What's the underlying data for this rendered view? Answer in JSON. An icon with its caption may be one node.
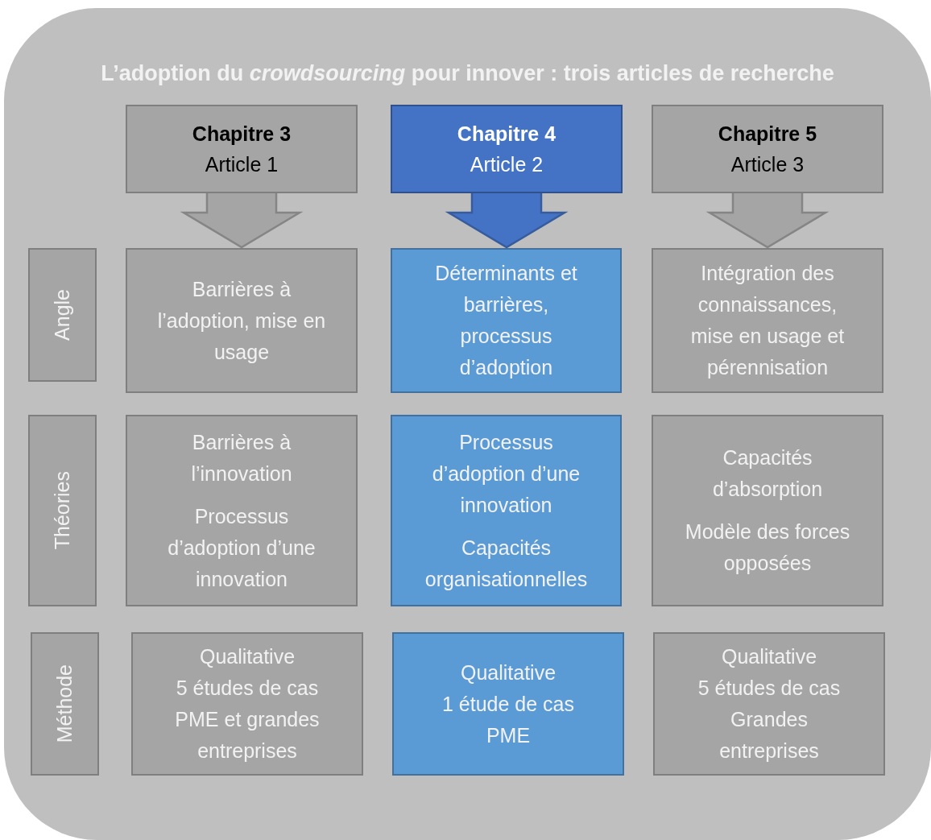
{
  "diagram": {
    "nodes": [
      {
        "text": [
          "L’adoption du *crowdsourcing* pour innover : trois articles de recherche"
        ]
      },
      {
        "text": [
          "Chapitre 3",
          "Article 1"
        ],
        "in": 0
      },
      {
        "text": [
          "Chapitre 4",
          "Article 2"
        ],
        "in": 0
      },
      {
        "text": [
          "Chapitre 5",
          "Article 3"
        ],
        "in": 0
      },
      {
        "text": [
          "Angle"
        ],
        "in": 0
      },
      {
        "text": [
          "Barrières à l’adoption, mise en usage"
        ],
        "in": 0
      },
      {
        "text": [
          "Déterminants et barrières, processus d’adoption"
        ],
        "in": 0
      },
      {
        "text": [
          "Intégration des connaissances, mise en usage et pérennisation"
        ],
        "in": 0
      },
      {
        "text": [
          "Théories"
        ],
        "in": 0
      },
      {
        "text": [
          "Barrières à l’innovation",
          "Processus d’adoption d’une innovation"
        ],
        "in": 0
      },
      {
        "text": [
          "Processus d’adoption d’une innovation",
          "Capacités organisationnelles"
        ],
        "in": 0
      },
      {
        "text": [
          "Capacités d’absorption",
          "Modèle des forces opposées"
        ],
        "in": 0
      },
      {
        "text": [
          "Méthode"
        ],
        "in": 0
      },
      {
        "text": [
          "Qualitative",
          "5 études de cas",
          "PME et grandes entreprises"
        ],
        "in": 0
      },
      {
        "text": [
          "Qualitative",
          "1 étude de cas",
          "PME"
        ],
        "in": 0
      },
      {
        "text": [
          "Qualitative",
          "5 études de cas",
          "Grandes entreprises"
        ],
        "in": 0
      }
    ],
    "edges": [
      {
        "from": 1,
        "to": 5,
        "arrow": "to"
      },
      {
        "from": 2,
        "to": 6,
        "arrow": "to",
        "color": "#4472c4"
      },
      {
        "from": 3,
        "to": 7,
        "arrow": "to"
      }
    ]
  }
}
